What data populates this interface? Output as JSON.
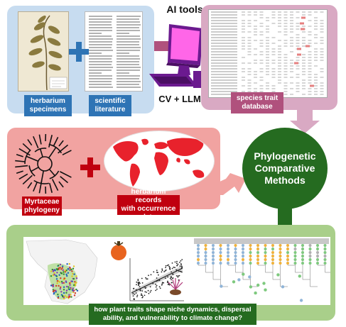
{
  "titles": {
    "ai_tools": "AI tools",
    "cv_llm": "CV + LLM"
  },
  "labels": {
    "herbarium_specimens": "herbarium\nspecimens",
    "scientific_literature": "scientific\nliterature",
    "species_trait_database": "species trait\ndatabase",
    "myrtaceae_phylogeny": "Myrtaceae\nphylogeny",
    "herbarium_records": "herbarium records\nwith occurrence data",
    "pcm": "Phylogenetic\nComparative\nMethods",
    "question": "how plant traits shape niche dynamics, dispersal\nability, and vulnerability to climate change?"
  },
  "colors": {
    "blue_panel": "#c7dcf0",
    "blue_label": "#2e74b5",
    "mauve_panel": "#d9a9c3",
    "mauve_label": "#b0517d",
    "red_panel": "#f1a3a1",
    "red_label": "#c0000f",
    "green_panel": "#a9cf8a",
    "green_dark": "#256b20",
    "computer": "#6b1a8f"
  },
  "icons": [
    "plus-icon",
    "computer-icon",
    "herbarium-specimen-image",
    "phylogeny-tree-icon",
    "world-map-image",
    "pomegranate-icon",
    "flower-icon"
  ]
}
